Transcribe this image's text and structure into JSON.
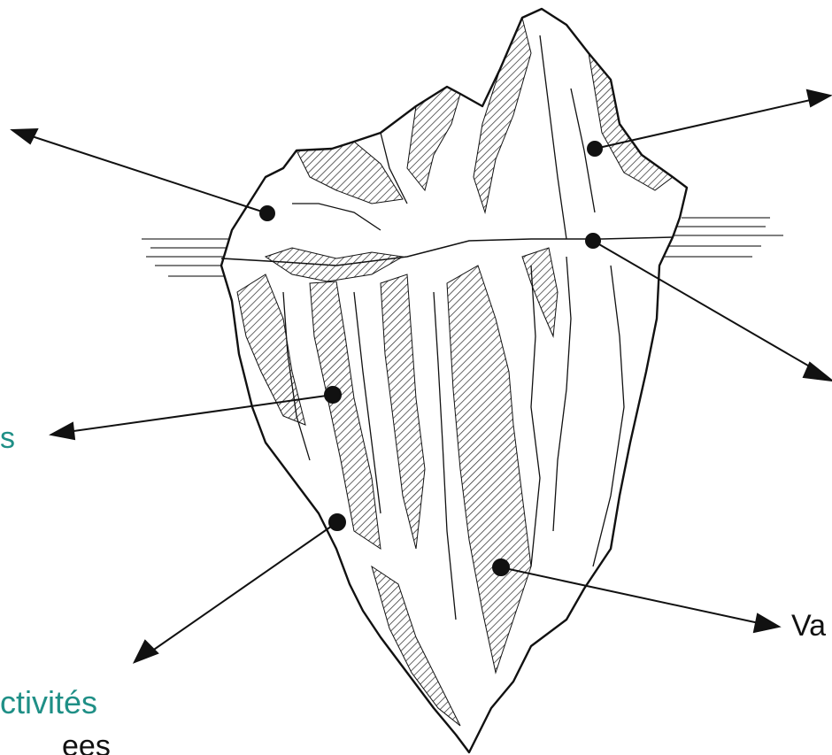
{
  "labels": {
    "left_middle_fragment": "s",
    "left_bottom_teal": "ctivités",
    "left_bottom_black": "ees",
    "right_bottom": "Va"
  },
  "colors": {
    "label_teal": "#1f8f86",
    "ink": "#111111"
  },
  "icons": {
    "pointer": "arrow-head",
    "anchor": "dot"
  }
}
